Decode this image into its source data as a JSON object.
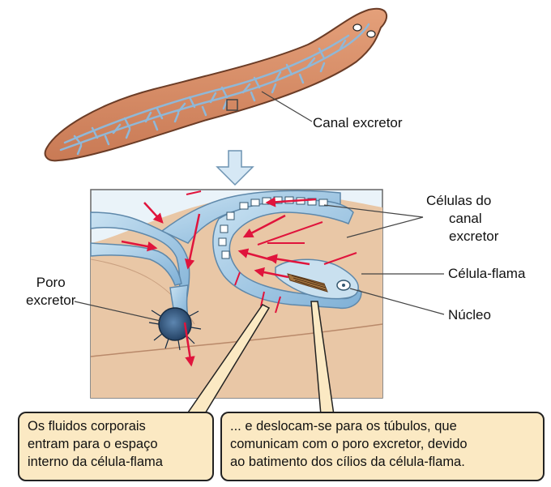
{
  "labels": {
    "canal_excretor": "Canal excretor",
    "celulas_do_canal": [
      "Células do",
      "canal",
      "excretor"
    ],
    "celula_flama": "Célula-flama",
    "poro_excretor": [
      "Poro",
      "excretor"
    ],
    "nucleo": "Núcleo"
  },
  "callouts": {
    "left": [
      "Os fluidos corporais",
      "entram para o espaço",
      "interno da célula-flama"
    ],
    "right": [
      "... e deslocam-se para os túbulos, que",
      "comunicam com o poro excretor, devido",
      "ao batimento dos cílios da célula-flama."
    ]
  },
  "colors": {
    "flatworm_body": "#d9906a",
    "canal_network": "#8fb8d8",
    "tissue": "#e9c7a6",
    "tubule": "#a9cde6",
    "arrow": "#e0143c",
    "callout_fill": "#fbe9c3"
  }
}
